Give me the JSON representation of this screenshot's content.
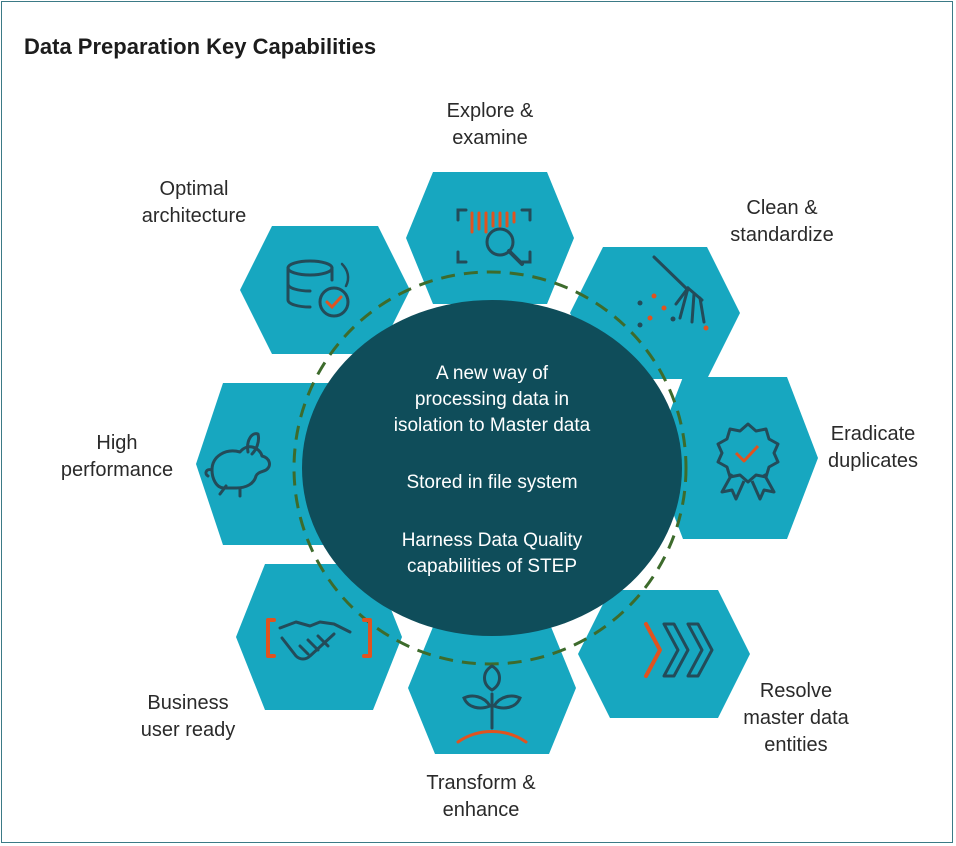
{
  "title": "Data Preparation Key Capabilities",
  "center": {
    "lines": [
      "A new way of",
      "processing data in",
      "isolation to Master data",
      "Stored in file system",
      "Harness Data Quality",
      "capabilities of STEP"
    ]
  },
  "capabilities": [
    {
      "lines": [
        "Explore &",
        "examine"
      ],
      "icon": "search-scan-icon"
    },
    {
      "lines": [
        "Clean &",
        "standardize"
      ],
      "icon": "rake-icon"
    },
    {
      "lines": [
        "Eradicate",
        "duplicates"
      ],
      "icon": "badge-check-icon"
    },
    {
      "lines": [
        "Resolve",
        "master data",
        "entities"
      ],
      "icon": "chevrons-right-icon"
    },
    {
      "lines": [
        "Transform &",
        "enhance"
      ],
      "icon": "sprout-icon"
    },
    {
      "lines": [
        "Business",
        "user ready"
      ],
      "icon": "handshake-icon"
    },
    {
      "lines": [
        "High",
        "performance"
      ],
      "icon": "rabbit-icon"
    },
    {
      "lines": [
        "Optimal",
        "architecture"
      ],
      "icon": "database-check-icon"
    }
  ],
  "colors": {
    "hexagon": "#17a7c0",
    "center": "#0f4d5a",
    "icon_stroke": "#234b59",
    "accent": "#e0531f",
    "dashed_ring": "#3d6b2c"
  }
}
